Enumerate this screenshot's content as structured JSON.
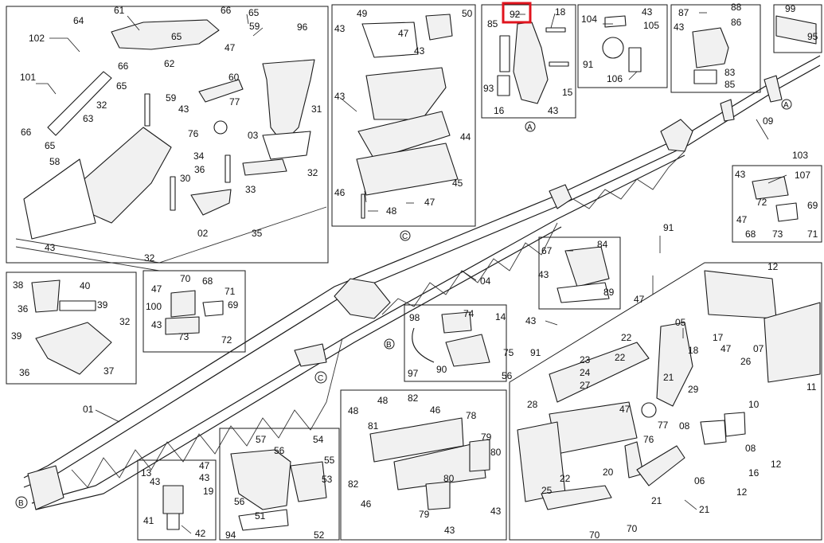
{
  "diagram": {
    "highlight_label": "92",
    "colors": {
      "line": "#1a1a1a",
      "highlight": "#e0141e",
      "background": "#ffffff"
    },
    "markers": [
      "A",
      "B",
      "C"
    ],
    "labels": [
      {
        "id": "l0",
        "text": "61"
      },
      {
        "id": "l1",
        "text": "64"
      },
      {
        "id": "l2",
        "text": "66"
      },
      {
        "id": "l3",
        "text": "65"
      },
      {
        "id": "l4",
        "text": "102"
      },
      {
        "id": "l5",
        "text": "65"
      },
      {
        "id": "l6",
        "text": "47"
      },
      {
        "id": "l7",
        "text": "59"
      },
      {
        "id": "l8",
        "text": "96"
      },
      {
        "id": "l9",
        "text": "62"
      },
      {
        "id": "l10",
        "text": "66"
      },
      {
        "id": "l11",
        "text": "101"
      },
      {
        "id": "l12",
        "text": "65"
      },
      {
        "id": "l13",
        "text": "60"
      },
      {
        "id": "l14",
        "text": "32"
      },
      {
        "id": "l15",
        "text": "59"
      },
      {
        "id": "l16",
        "text": "43"
      },
      {
        "id": "l17",
        "text": "77"
      },
      {
        "id": "l18",
        "text": "63"
      },
      {
        "id": "l19",
        "text": "31"
      },
      {
        "id": "l20",
        "text": "66"
      },
      {
        "id": "l21",
        "text": "65"
      },
      {
        "id": "l22",
        "text": "76"
      },
      {
        "id": "l23",
        "text": "03"
      },
      {
        "id": "l24",
        "text": "58"
      },
      {
        "id": "l25",
        "text": "34"
      },
      {
        "id": "l26",
        "text": "36"
      },
      {
        "id": "l27",
        "text": "32"
      },
      {
        "id": "l28",
        "text": "30"
      },
      {
        "id": "l29",
        "text": "33"
      },
      {
        "id": "l30",
        "text": "02"
      },
      {
        "id": "l31",
        "text": "35"
      },
      {
        "id": "l32",
        "text": "43"
      },
      {
        "id": "l33",
        "text": "32"
      },
      {
        "id": "l34",
        "text": "49"
      },
      {
        "id": "l35",
        "text": "50"
      },
      {
        "id": "l36",
        "text": "43"
      },
      {
        "id": "l37",
        "text": "47"
      },
      {
        "id": "l38",
        "text": "43"
      },
      {
        "id": "l39",
        "text": "43"
      },
      {
        "id": "l40",
        "text": "44"
      },
      {
        "id": "l41",
        "text": "45"
      },
      {
        "id": "l42",
        "text": "46"
      },
      {
        "id": "l43",
        "text": "47"
      },
      {
        "id": "l44",
        "text": "48"
      },
      {
        "id": "l45",
        "text": "18"
      },
      {
        "id": "l46",
        "text": "85"
      },
      {
        "id": "l47",
        "text": "93"
      },
      {
        "id": "l48",
        "text": "15"
      },
      {
        "id": "l49",
        "text": "16"
      },
      {
        "id": "l50",
        "text": "43"
      },
      {
        "id": "l51",
        "text": "104"
      },
      {
        "id": "l52",
        "text": "43"
      },
      {
        "id": "l53",
        "text": "105"
      },
      {
        "id": "l54",
        "text": "91"
      },
      {
        "id": "l55",
        "text": "106"
      },
      {
        "id": "l56",
        "text": "87"
      },
      {
        "id": "l57",
        "text": "88"
      },
      {
        "id": "l58",
        "text": "86"
      },
      {
        "id": "l59",
        "text": "43"
      },
      {
        "id": "l60",
        "text": "83"
      },
      {
        "id": "l61",
        "text": "85"
      },
      {
        "id": "l62",
        "text": "99"
      },
      {
        "id": "l63",
        "text": "95"
      },
      {
        "id": "l64",
        "text": "09"
      },
      {
        "id": "l65",
        "text": "103"
      },
      {
        "id": "l66",
        "text": "43"
      },
      {
        "id": "l67",
        "text": "107"
      },
      {
        "id": "l68",
        "text": "72"
      },
      {
        "id": "l69",
        "text": "69"
      },
      {
        "id": "l70",
        "text": "47"
      },
      {
        "id": "l71",
        "text": "68"
      },
      {
        "id": "l72",
        "text": "73"
      },
      {
        "id": "l73",
        "text": "71"
      },
      {
        "id": "l74",
        "text": "38"
      },
      {
        "id": "l75",
        "text": "40"
      },
      {
        "id": "l76",
        "text": "36"
      },
      {
        "id": "l77",
        "text": "39"
      },
      {
        "id": "l78",
        "text": "32"
      },
      {
        "id": "l79",
        "text": "39"
      },
      {
        "id": "l80",
        "text": "36"
      },
      {
        "id": "l81",
        "text": "37"
      },
      {
        "id": "l82",
        "text": "47"
      },
      {
        "id": "l83",
        "text": "70"
      },
      {
        "id": "l84",
        "text": "68"
      },
      {
        "id": "l85",
        "text": "71"
      },
      {
        "id": "l86",
        "text": "100"
      },
      {
        "id": "l87",
        "text": "69"
      },
      {
        "id": "l88",
        "text": "43"
      },
      {
        "id": "l89",
        "text": "73"
      },
      {
        "id": "l90",
        "text": "72"
      },
      {
        "id": "l91",
        "text": "84"
      },
      {
        "id": "l92",
        "text": "67"
      },
      {
        "id": "l93",
        "text": "43"
      },
      {
        "id": "l94",
        "text": "89"
      },
      {
        "id": "l95",
        "text": "04"
      },
      {
        "id": "l96",
        "text": "91"
      },
      {
        "id": "l97",
        "text": "47"
      },
      {
        "id": "l98",
        "text": "98"
      },
      {
        "id": "l99",
        "text": "74"
      },
      {
        "id": "l100",
        "text": "14"
      },
      {
        "id": "l101",
        "text": "75"
      },
      {
        "id": "l102",
        "text": "97"
      },
      {
        "id": "l103",
        "text": "90"
      },
      {
        "id": "l104",
        "text": "56"
      },
      {
        "id": "l105",
        "text": "43"
      },
      {
        "id": "l106",
        "text": "91"
      },
      {
        "id": "l107",
        "text": "12"
      },
      {
        "id": "l108",
        "text": "05"
      },
      {
        "id": "l109",
        "text": "07"
      },
      {
        "id": "l110",
        "text": "22"
      },
      {
        "id": "l111",
        "text": "17"
      },
      {
        "id": "l112",
        "text": "18"
      },
      {
        "id": "l113",
        "text": "47"
      },
      {
        "id": "l114",
        "text": "26"
      },
      {
        "id": "l115",
        "text": "11"
      },
      {
        "id": "l116",
        "text": "22"
      },
      {
        "id": "l117",
        "text": "23"
      },
      {
        "id": "l118",
        "text": "24"
      },
      {
        "id": "l119",
        "text": "27"
      },
      {
        "id": "l120",
        "text": "21"
      },
      {
        "id": "l121",
        "text": "29"
      },
      {
        "id": "l122",
        "text": "10"
      },
      {
        "id": "l123",
        "text": "28"
      },
      {
        "id": "l124",
        "text": "47"
      },
      {
        "id": "l125",
        "text": "77"
      },
      {
        "id": "l126",
        "text": "08"
      },
      {
        "id": "l127",
        "text": "76"
      },
      {
        "id": "l128",
        "text": "08"
      },
      {
        "id": "l129",
        "text": "12"
      },
      {
        "id": "l130",
        "text": "16"
      },
      {
        "id": "l131",
        "text": "20"
      },
      {
        "id": "l132",
        "text": "22"
      },
      {
        "id": "l133",
        "text": "06"
      },
      {
        "id": "l134",
        "text": "12"
      },
      {
        "id": "l135",
        "text": "25"
      },
      {
        "id": "l136",
        "text": "21"
      },
      {
        "id": "l137",
        "text": "21"
      },
      {
        "id": "l138",
        "text": "70"
      },
      {
        "id": "l139",
        "text": "70"
      },
      {
        "id": "l140",
        "text": "48"
      },
      {
        "id": "l141",
        "text": "82"
      },
      {
        "id": "l142",
        "text": "46"
      },
      {
        "id": "l143",
        "text": "48"
      },
      {
        "id": "l144",
        "text": "81"
      },
      {
        "id": "l145",
        "text": "78"
      },
      {
        "id": "l146",
        "text": "79"
      },
      {
        "id": "l147",
        "text": "80"
      },
      {
        "id": "l148",
        "text": "82"
      },
      {
        "id": "l149",
        "text": "46"
      },
      {
        "id": "l150",
        "text": "80"
      },
      {
        "id": "l151",
        "text": "43"
      },
      {
        "id": "l152",
        "text": "79"
      },
      {
        "id": "l153",
        "text": "43"
      },
      {
        "id": "l154",
        "text": "01"
      },
      {
        "id": "l155",
        "text": "57"
      },
      {
        "id": "l156",
        "text": "54"
      },
      {
        "id": "l157",
        "text": "56"
      },
      {
        "id": "l158",
        "text": "55"
      },
      {
        "id": "l159",
        "text": "53"
      },
      {
        "id": "l160",
        "text": "56"
      },
      {
        "id": "l161",
        "text": "51"
      },
      {
        "id": "l162",
        "text": "94"
      },
      {
        "id": "l163",
        "text": "52"
      },
      {
        "id": "l164",
        "text": "13"
      },
      {
        "id": "l165",
        "text": "47"
      },
      {
        "id": "l166",
        "text": "43"
      },
      {
        "id": "l167",
        "text": "43"
      },
      {
        "id": "l168",
        "text": "19"
      },
      {
        "id": "l169",
        "text": "41"
      },
      {
        "id": "l170",
        "text": "42"
      },
      {
        "id": "l171",
        "text": "92"
      }
    ]
  }
}
